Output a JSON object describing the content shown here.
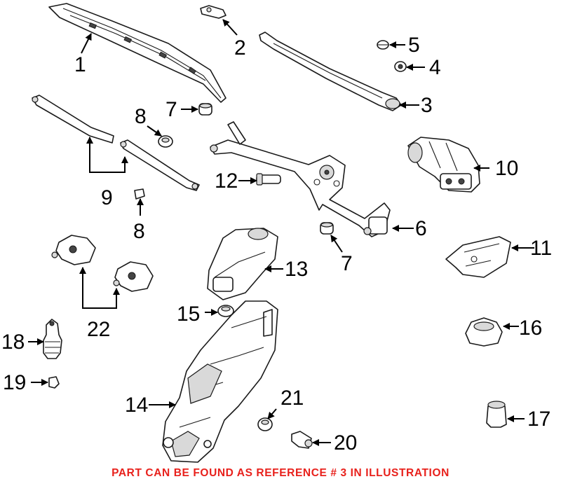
{
  "callouts": {
    "c1": "1",
    "c2": "2",
    "c3": "3",
    "c4": "4",
    "c5": "5",
    "c6": "6",
    "c7a": "7",
    "c7b": "7",
    "c8a": "8",
    "c8b": "8",
    "c9": "9",
    "c10": "10",
    "c11": "11",
    "c12": "12",
    "c13": "13",
    "c14": "14",
    "c15": "15",
    "c16": "16",
    "c17": "17",
    "c18": "18",
    "c19": "19",
    "c20": "20",
    "c21": "21",
    "c22": "22"
  },
  "caption": {
    "text": "PART CAN BE FOUND AS REFERENCE # 3 IN ILLUSTRATION",
    "color": "#e8211c"
  }
}
